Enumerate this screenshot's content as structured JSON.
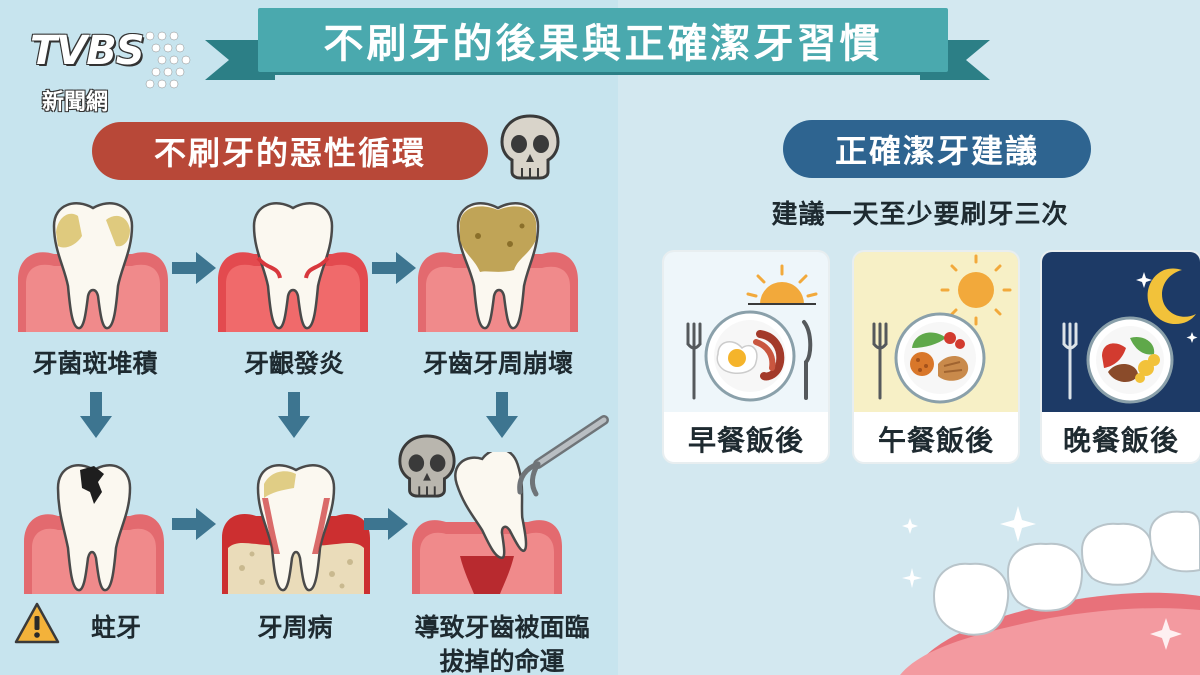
{
  "title": "不刷牙的後果與正確潔牙習慣",
  "logo": {
    "brand": "TVBS",
    "sub": "新聞網"
  },
  "left": {
    "heading": "不刷牙的惡性循環",
    "stages": {
      "plaque": "牙菌斑堆積",
      "gingivitis": "牙齦發炎",
      "collapse": "牙齒牙周崩壞",
      "cavity": "蛀牙",
      "periodontal": "牙周病",
      "extraction_line1": "導致牙齒被面臨",
      "extraction_line2": "拔掉的命運"
    }
  },
  "right": {
    "heading": "正確潔牙建議",
    "subtitle": "建議一天至少要刷牙三次",
    "meals": [
      {
        "label": "早餐飯後",
        "icon": "sunrise-icon",
        "bg": "#eef6fa"
      },
      {
        "label": "午餐飯後",
        "icon": "sun-icon",
        "bg": "#f7f0c6"
      },
      {
        "label": "晚餐飯後",
        "icon": "moon-icon",
        "bg": "#1d3a66"
      }
    ]
  },
  "colors": {
    "ribbon": "#4aa9ae",
    "red_pill": "#b84838",
    "blue_pill": "#2e6490",
    "gum": "#e0636a",
    "arrow": "#3d7590"
  }
}
